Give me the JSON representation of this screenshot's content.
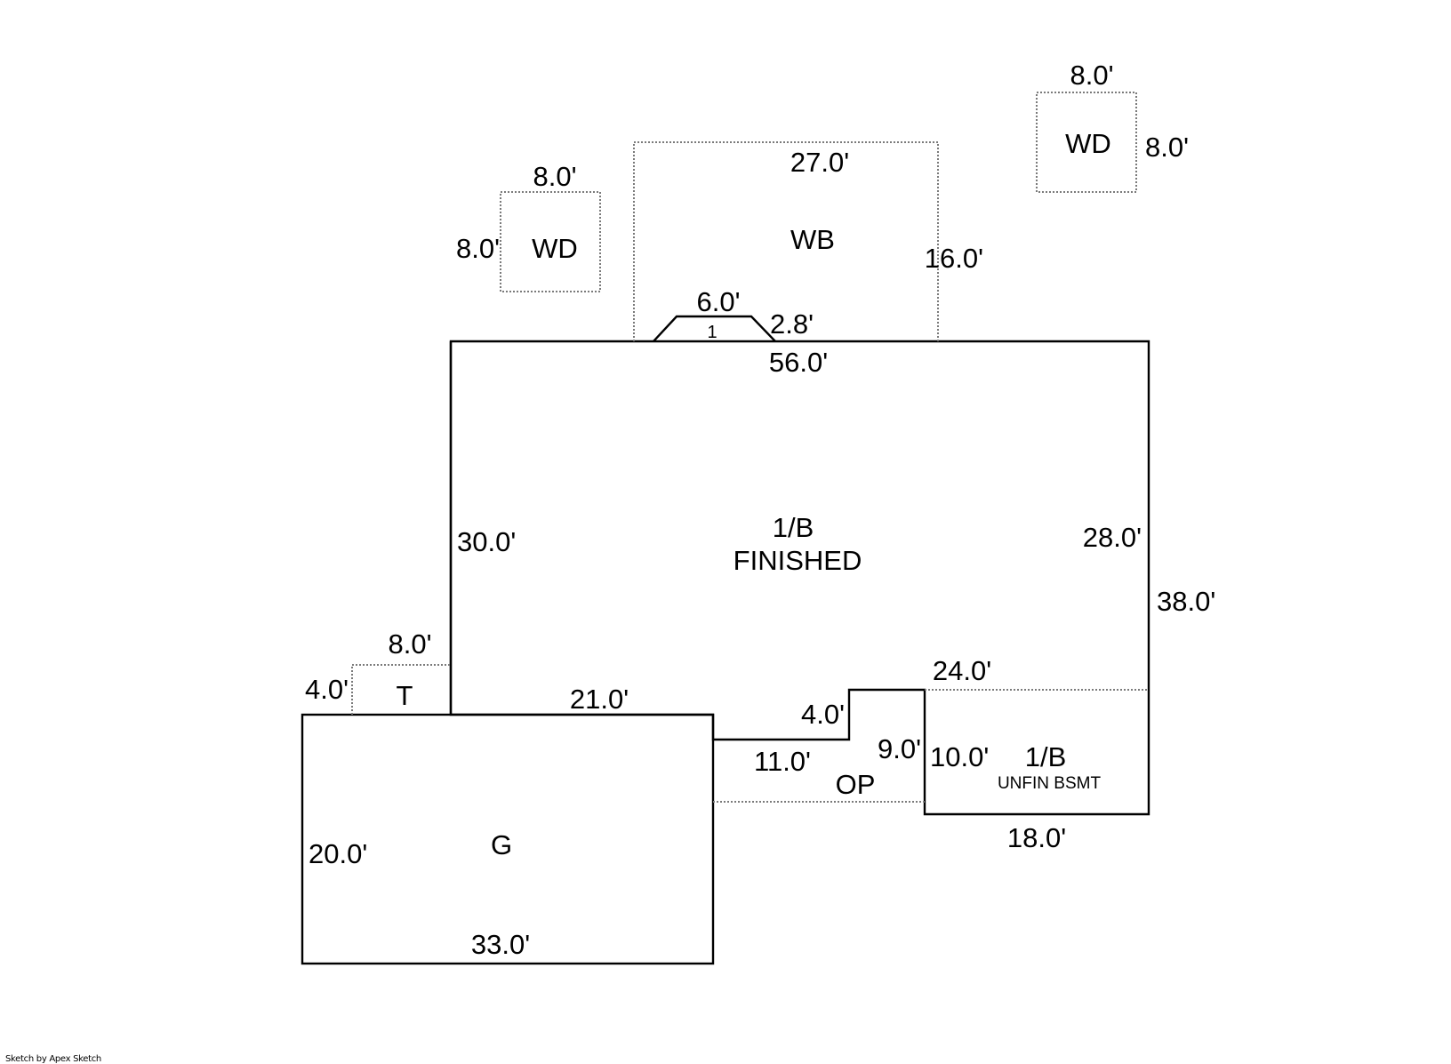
{
  "footer": "Sketch by Apex Sketch",
  "areas": {
    "main": {
      "label_line1": "1/B",
      "label_line2": "FINISHED"
    },
    "unfinished": {
      "label_line1": "1/B",
      "label_line2": "UNFIN BSMT"
    },
    "garage": {
      "label": "G"
    },
    "open_porch": {
      "label": "OP"
    },
    "terrace": {
      "label": "T"
    },
    "wood_deck_left": {
      "label": "WD"
    },
    "wood_deck_right": {
      "label": "WD"
    },
    "wb": {
      "label": "WB"
    },
    "bay": {
      "label": "1"
    }
  },
  "dimensions": {
    "main_top": "56.0'",
    "main_left": "30.0'",
    "main_right_upper": "28.0'",
    "main_right_total": "38.0'",
    "main_bottom_segment": "21.0'",
    "step_vertical": "4.0'",
    "step_horizontal": "11.0'",
    "op_right": "9.0'",
    "unfin_top": "24.0'",
    "unfin_left": "10.0'",
    "unfin_bottom": "18.0'",
    "garage_left": "20.0'",
    "garage_bottom": "33.0'",
    "terrace_top": "8.0'",
    "terrace_left": "4.0'",
    "wb_top": "27.0'",
    "wb_right": "16.0'",
    "bay_top": "6.0'",
    "bay_side": "2.8'",
    "wd_left_top": "8.0'",
    "wd_left_side": "8.0'",
    "wd_right_top": "8.0'",
    "wd_right_side": "8.0'"
  }
}
